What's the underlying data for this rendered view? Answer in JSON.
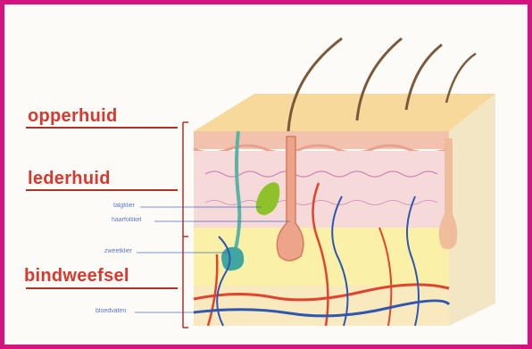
{
  "labels": {
    "opperhuid": "opperhuid",
    "lederhuid": "lederhuid",
    "bindweefsel": "bindweefsel",
    "talgklier": "talgklier",
    "haarfollikel": "haarfollikel",
    "zweetklier": "zweetklier",
    "bloedvaten": "bloedvaten"
  },
  "colors": {
    "frame": "#d5137f",
    "main_label": "#d9382f",
    "small_label": "#3f63b8",
    "epidermis": "#f2c2ae",
    "dermis": "#f6dada",
    "subcutis": "#fbf0a8",
    "artery": "#e0442e",
    "vein": "#2f56b0"
  }
}
